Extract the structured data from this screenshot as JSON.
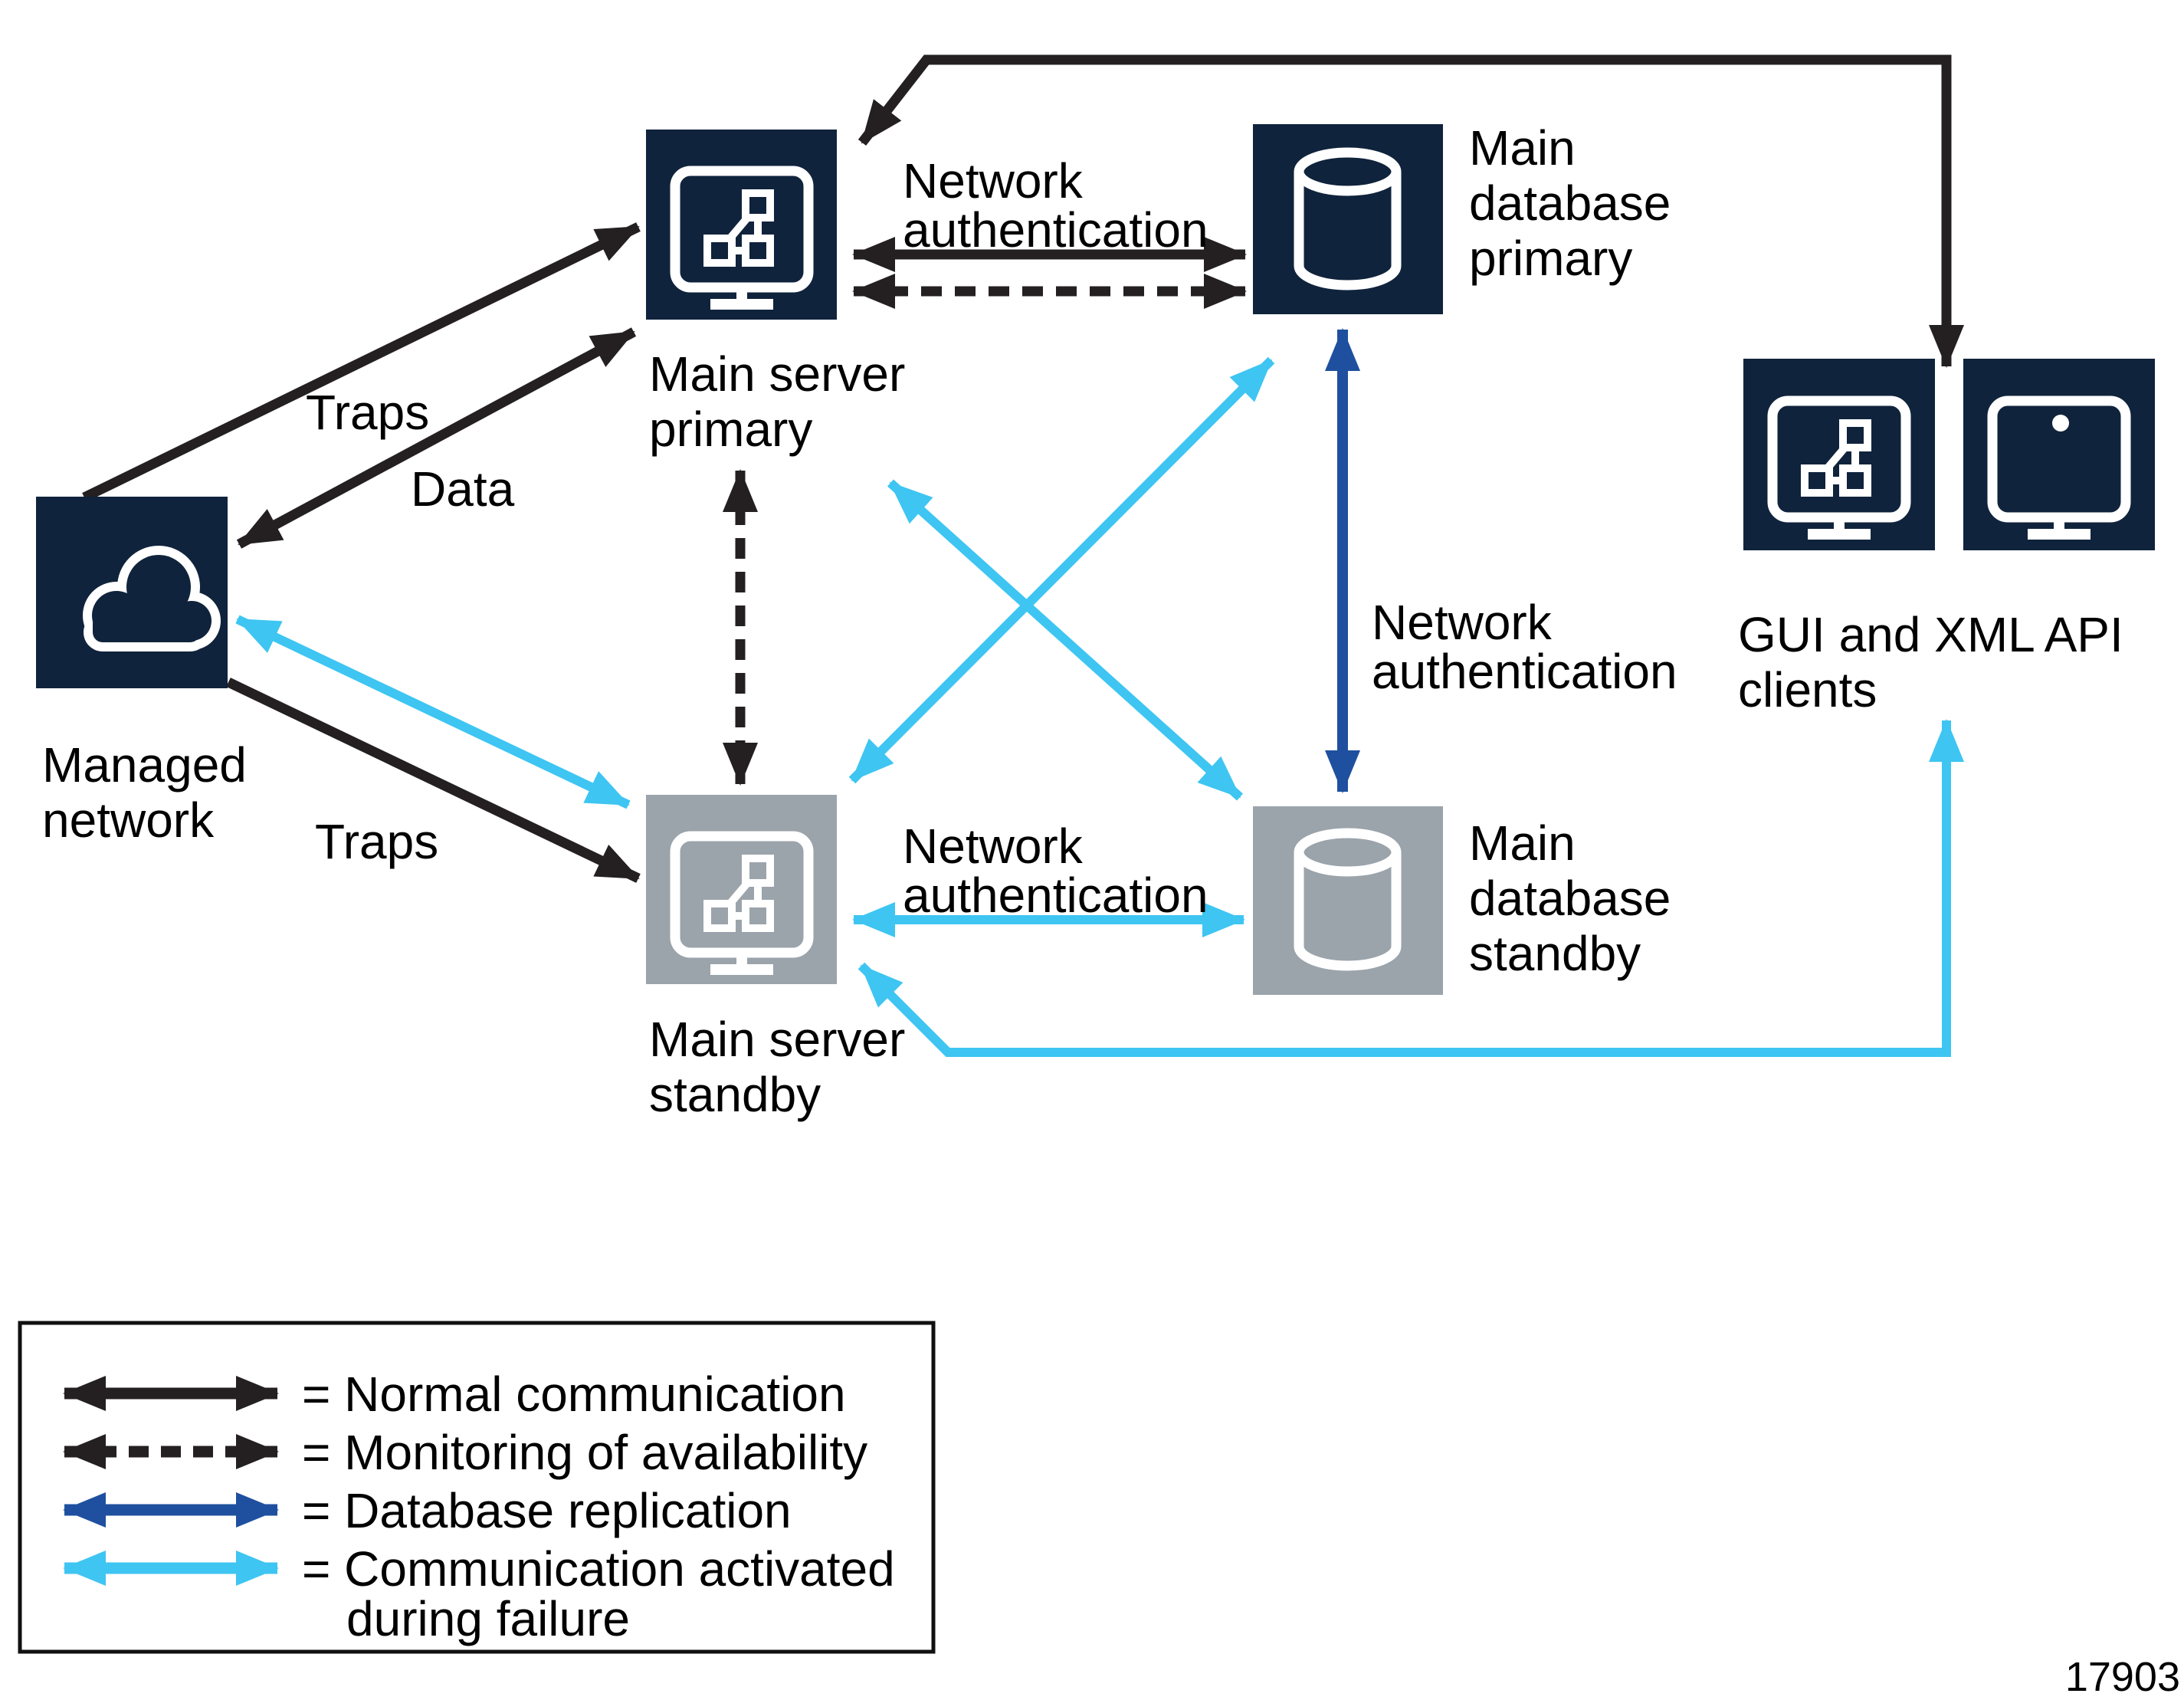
{
  "figure_number": "17903",
  "colors": {
    "node_primary": "#10233C",
    "node_standby": "#9BA3AB",
    "normal_communication": "#242021",
    "database_replication": "#1F509F",
    "failure_communication": "#3EC5F2"
  },
  "nodes": {
    "managed_network": {
      "icon": "cloud-icon",
      "lines": [
        "Managed",
        "network"
      ]
    },
    "main_server_primary": {
      "icon": "monitor-network-icon",
      "lines": [
        "Main server",
        "primary"
      ]
    },
    "main_database_primary": {
      "icon": "database-icon",
      "lines": [
        "Main",
        "database",
        "primary"
      ]
    },
    "gui_xml_clients": {
      "icons": [
        "monitor-network-icon",
        "monitor-plain-icon"
      ],
      "lines": [
        "GUI and XML API",
        "clients"
      ]
    },
    "main_server_standby": {
      "icon": "monitor-network-icon",
      "lines": [
        "Main server",
        "standby"
      ]
    },
    "main_database_standby": {
      "icon": "database-icon",
      "lines": [
        "Main",
        "database",
        "standby"
      ]
    }
  },
  "edge_labels": {
    "traps_primary": "Traps",
    "data": "Data",
    "traps_standby": "Traps",
    "auth_primary": {
      "lines": [
        "Network",
        "authentication"
      ]
    },
    "auth_databases": {
      "lines": [
        "Network",
        "authentication"
      ]
    },
    "auth_standby": {
      "lines": [
        "Network",
        "authentication"
      ]
    }
  },
  "legend": {
    "rows": [
      {
        "style": "black-solid",
        "label": "= Normal communication"
      },
      {
        "style": "black-dashed",
        "label": "= Monitoring of availability"
      },
      {
        "style": "dark-blue",
        "label": "= Database replication"
      },
      {
        "style": "cyan",
        "label": "= Communication activated",
        "label2": "during failure"
      }
    ]
  }
}
